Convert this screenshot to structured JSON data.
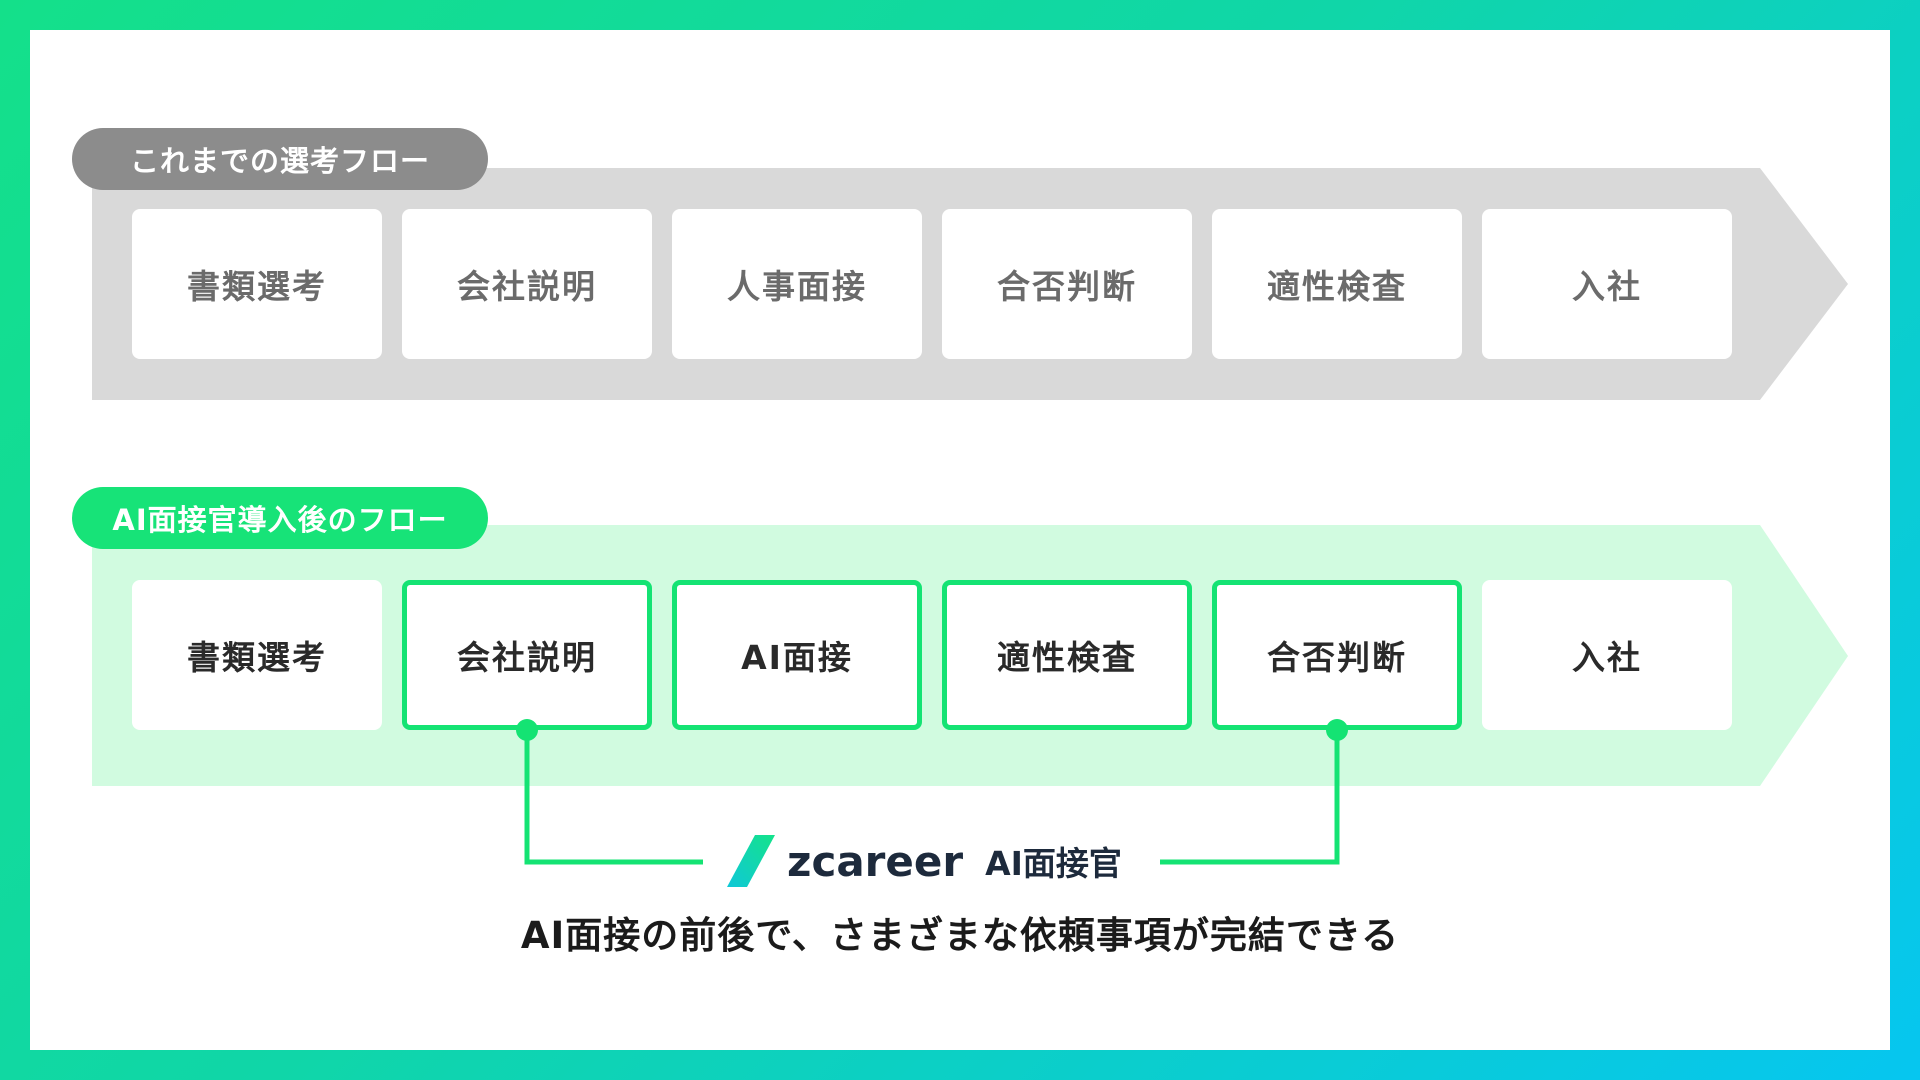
{
  "old_flow": {
    "label": "これまでの選考フロー",
    "steps": [
      "書類選考",
      "会社説明",
      "人事面接",
      "合否判断",
      "適性検査",
      "入社"
    ]
  },
  "new_flow": {
    "label": "AI面接官導入後のフロー",
    "steps": [
      {
        "label": "書類選考",
        "highlighted": false
      },
      {
        "label": "会社説明",
        "highlighted": true
      },
      {
        "label": "AI面接",
        "highlighted": true
      },
      {
        "label": "適性検査",
        "highlighted": true
      },
      {
        "label": "合否判断",
        "highlighted": true
      },
      {
        "label": "入社",
        "highlighted": false
      }
    ]
  },
  "logo": {
    "wordmark": "zcareer",
    "product": "AI面接官"
  },
  "caption": "AI面接の前後で、さまざまな依頼事項が完結できる",
  "colors": {
    "old_band": "#d9d9d9",
    "old_label": "#8c8c8c",
    "new_band": "#d1fbe0",
    "new_label": "#17e378",
    "highlight": "#14e373",
    "logo_mark_top": "#14e38a",
    "logo_mark_bottom": "#0fc8d8"
  }
}
